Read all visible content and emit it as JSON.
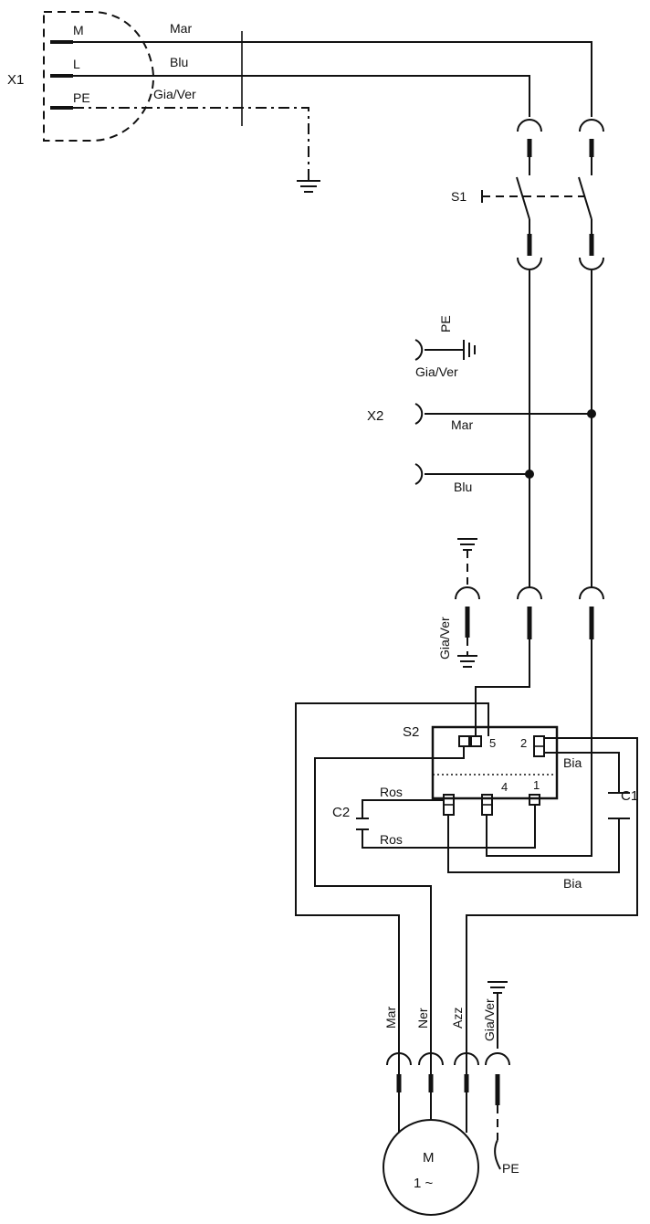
{
  "diagram": {
    "x1": {
      "designator": "X1",
      "pins": [
        "M",
        "L",
        "PE"
      ]
    },
    "wires_top": {
      "mar": "Mar",
      "blu": "Blu",
      "giaver": "Gia/Ver"
    },
    "s1": {
      "designator": "S1"
    },
    "x2": {
      "designator": "X2",
      "pe": "PE",
      "giaver": "Gia/Ver",
      "mar": "Mar",
      "blu": "Blu"
    },
    "giaver_mid": "Gia/Ver",
    "s2": {
      "designator": "S2",
      "terminals": [
        "5",
        "2",
        "4",
        "1"
      ]
    },
    "c1": {
      "designator": "C1",
      "wire": "Bia"
    },
    "c2": {
      "designator": "C2",
      "wire_top": "Ros",
      "wire_bottom": "Ros"
    },
    "bia_bottom": "Bia",
    "motor_wires": [
      "Mar",
      "Ner",
      "Azz",
      "Gia/Ver"
    ],
    "motor": {
      "name": "M",
      "phase": "1 ~",
      "pe": "PE"
    }
  }
}
